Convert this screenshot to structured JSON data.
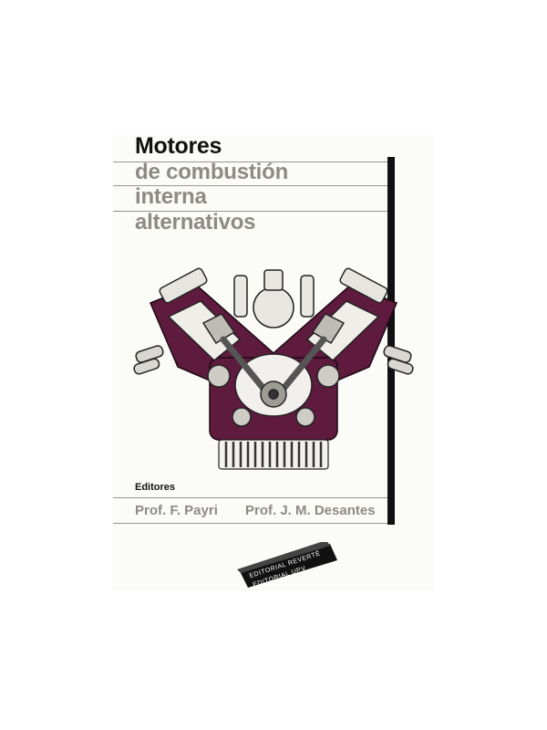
{
  "cover": {
    "title_main": "Motores",
    "title_lines": [
      "de combustión",
      "interna",
      "alternativos"
    ],
    "editors_label": "Editores",
    "editors": [
      "Prof. F. Payri",
      "Prof. J. M. Desantes"
    ],
    "publishers": [
      "EDITORIAL REVERTÉ",
      "EDITORIAL UPV"
    ]
  },
  "colors": {
    "title_dark": "#111111",
    "title_gray": "#8e8a86",
    "engine_maroon": "#5e1b3e",
    "bar_black": "#111111"
  },
  "illustration": {
    "name": "engine-cutaway-illustration"
  }
}
